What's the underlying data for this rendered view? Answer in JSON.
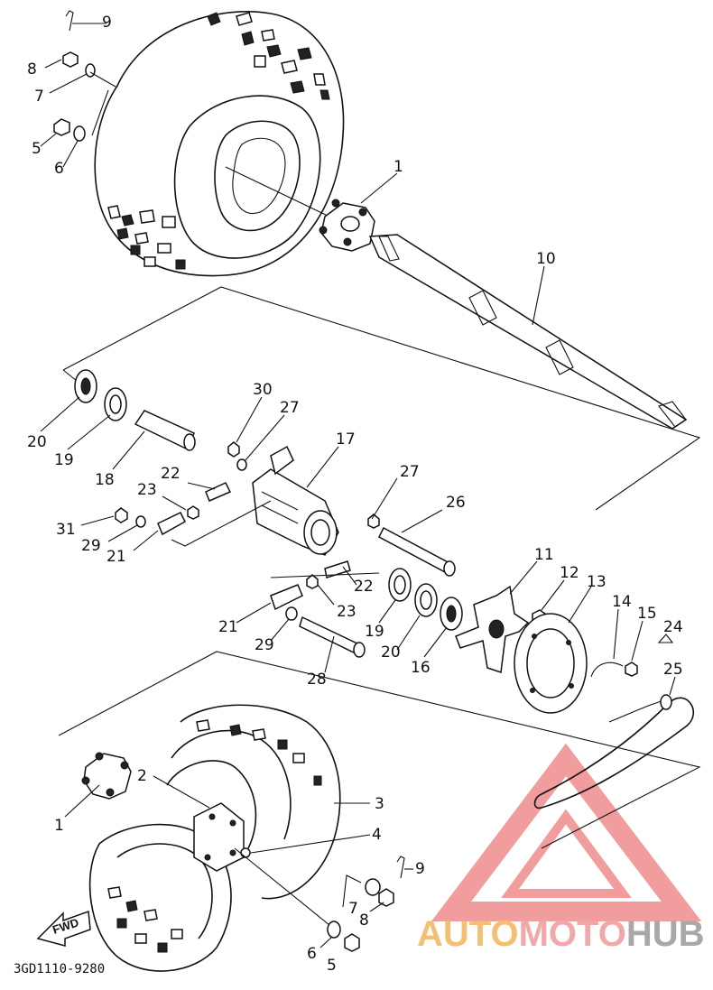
{
  "diagram_code": "3GD1110-9280",
  "fwd_label": "FWD",
  "watermark": {
    "part1": "AUTO",
    "part2": "MOTO",
    "part3": "HUB",
    "color1": "#f2b65b",
    "color2": "#f09a9a",
    "color3": "#9a9a9a",
    "triangle_color": "#f08c8c"
  },
  "callouts": {
    "c1_top": "1",
    "c5_top": "5",
    "c6_top": "6",
    "c7_top": "7",
    "c8_top": "8",
    "c9_top": "9",
    "c10": "10",
    "c11": "11",
    "c12": "12",
    "c13": "13",
    "c14": "14",
    "c15": "15",
    "c16": "16",
    "c17": "17",
    "c18": "18",
    "c19_a": "19",
    "c19_b": "19",
    "c20_a": "20",
    "c20_b": "20",
    "c21_a": "21",
    "c21_b": "21",
    "c22_a": "22",
    "c22_b": "22",
    "c23_a": "23",
    "c23_b": "23",
    "c24": "24",
    "c25": "25",
    "c26": "26",
    "c27_a": "27",
    "c27_b": "27",
    "c28": "28",
    "c29_a": "29",
    "c29_b": "29",
    "c30": "30",
    "c31": "31",
    "c1_bot": "1",
    "c2": "2",
    "c3": "3",
    "c4": "4",
    "c5_bot": "5",
    "c6_bot": "6",
    "c7_bot": "7",
    "c8_bot": "8",
    "c9_bot": "9"
  }
}
